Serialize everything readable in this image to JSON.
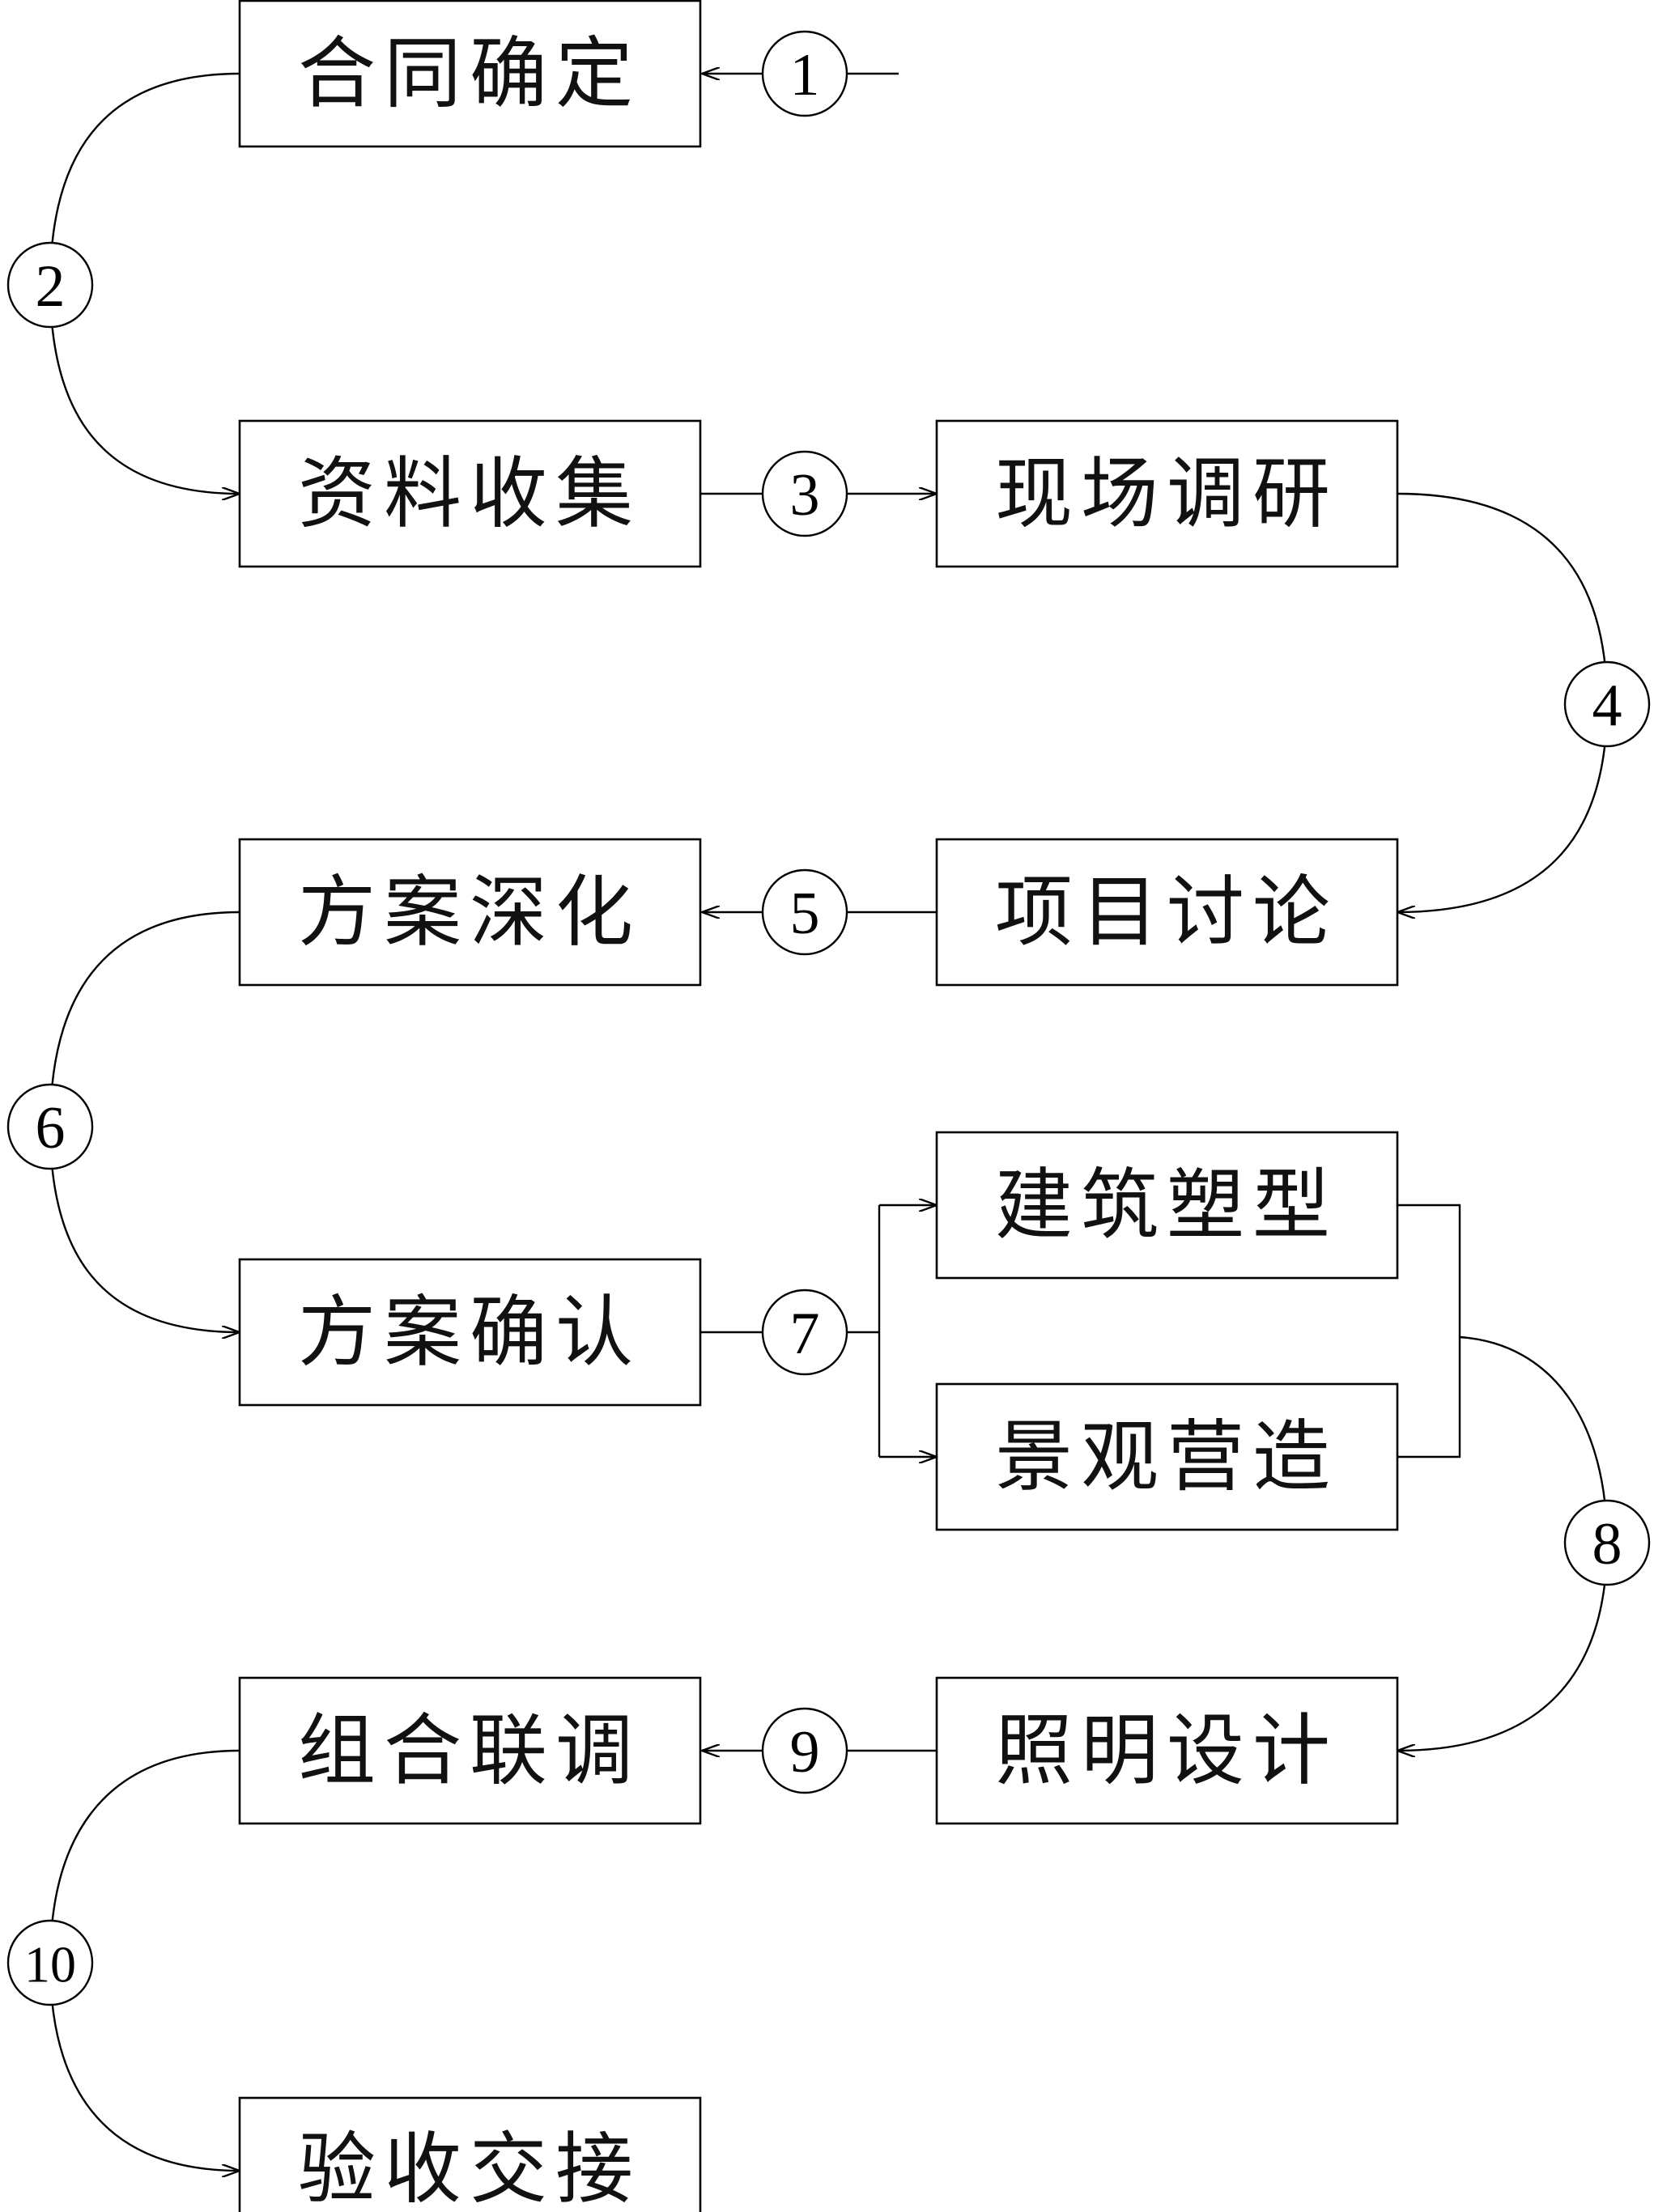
{
  "boxes": [
    {
      "id": "contract",
      "label": "合同确定"
    },
    {
      "id": "data-collection",
      "label": "资料收集"
    },
    {
      "id": "site-survey",
      "label": "现场调研"
    },
    {
      "id": "project-discussion",
      "label": "项目讨论"
    },
    {
      "id": "scheme-deepening",
      "label": "方案深化"
    },
    {
      "id": "scheme-confirmation",
      "label": "方案确认"
    },
    {
      "id": "architectural-modeling",
      "label": "建筑塑型"
    },
    {
      "id": "landscape-creation",
      "label": "景观营造"
    },
    {
      "id": "lighting-design",
      "label": "照明设计"
    },
    {
      "id": "combined-debugging",
      "label": "组合联调"
    },
    {
      "id": "acceptance-handover",
      "label": "验收交接"
    }
  ],
  "steps": [
    "1",
    "2",
    "3",
    "4",
    "5",
    "6",
    "7",
    "8",
    "9",
    "10"
  ],
  "colors": {
    "stroke": "#000000",
    "background": "#ffffff",
    "text": "#111111"
  }
}
